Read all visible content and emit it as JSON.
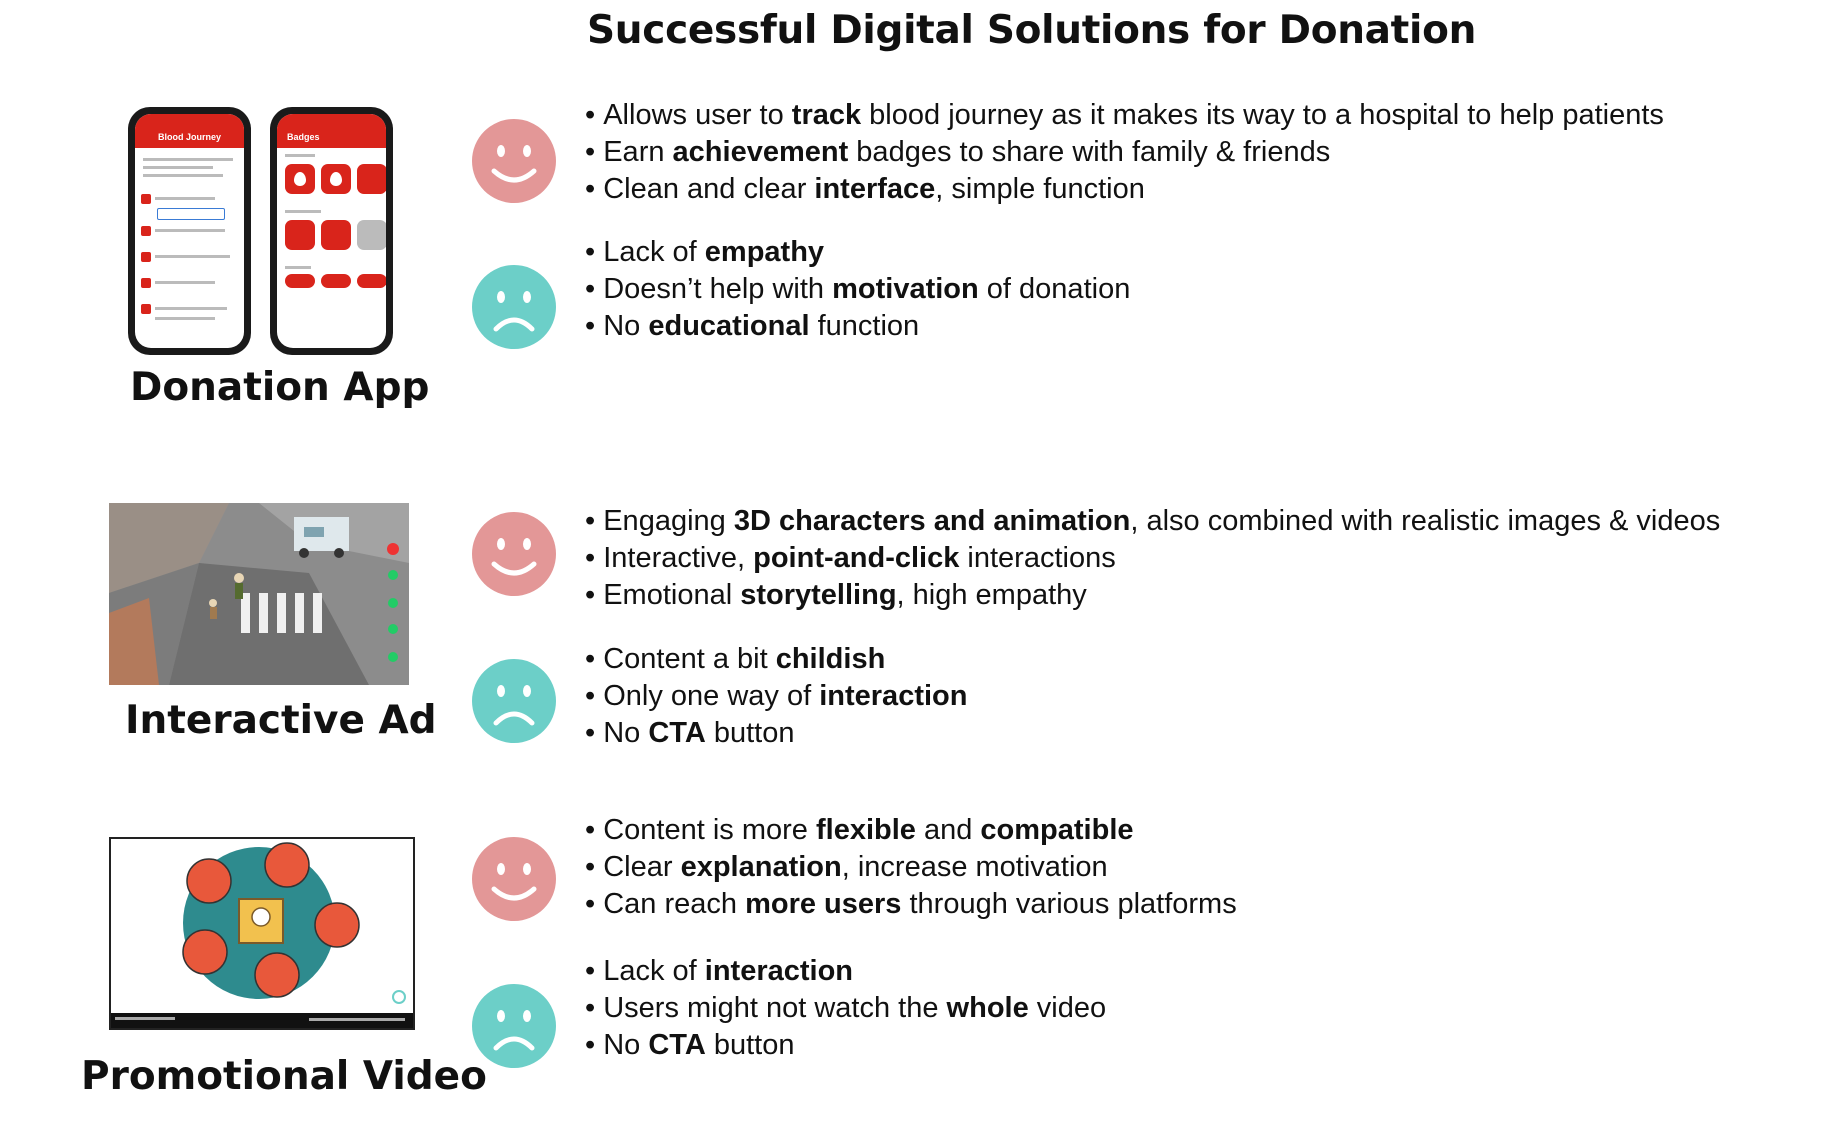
{
  "title": "Successful Digital Solutions for Donation",
  "sections": [
    {
      "label": "Donation App",
      "phone_left": {
        "header": "Blood Journey"
      },
      "phone_right": {
        "header": "Badges"
      },
      "pros": [
        {
          "pre": "Allows user to ",
          "bold": "track",
          "post": " blood journey as it makes its way to a hospital to help patients"
        },
        {
          "pre": "Earn ",
          "bold": "achievement",
          "post": " badges to share with family & friends"
        },
        {
          "pre": "Clean and clear ",
          "bold": "interface",
          "post": ", simple function"
        }
      ],
      "cons": [
        {
          "pre": "Lack of ",
          "bold": "empathy",
          "post": ""
        },
        {
          "pre": "Doesn’t help with ",
          "bold": "motivation",
          "post": " of donation"
        },
        {
          "pre": "No ",
          "bold": "educational",
          "post": " function"
        }
      ]
    },
    {
      "label": "Interactive Ad",
      "pros": [
        {
          "pre": "Engaging ",
          "bold": "3D characters and animation",
          "post": ", also combined with realistic images & videos"
        },
        {
          "pre": "Interactive, ",
          "bold": "point-and-click",
          "post": " interactions"
        },
        {
          "pre": "Emotional ",
          "bold": "storytelling",
          "post": ", high empathy"
        }
      ],
      "cons": [
        {
          "pre": "Content a bit ",
          "bold": "childish",
          "post": ""
        },
        {
          "pre": "Only one way of ",
          "bold": "interaction",
          "post": ""
        },
        {
          "pre": "No ",
          "bold": "CTA",
          "post": " button"
        }
      ]
    },
    {
      "label": "Promotional Video",
      "pros": [
        {
          "pre": "Content is more ",
          "bold": "flexible",
          "mid": " and ",
          "bold2": "compatible",
          "post": ""
        },
        {
          "pre": "Clear ",
          "bold": "explanation",
          "post": ", increase motivation"
        },
        {
          "pre": "Can reach ",
          "bold": "more users",
          "post": " through various platforms"
        }
      ],
      "cons": [
        {
          "pre": "Lack of ",
          "bold": "interaction",
          "post": ""
        },
        {
          "pre": "Users might not watch the ",
          "bold": "whole",
          "post": " video"
        },
        {
          "pre": "No ",
          "bold": "CTA",
          "post": " button"
        }
      ]
    }
  ],
  "colors": {
    "happy": "#e39797",
    "sad": "#6ccfc8",
    "accent_red": "#d9241b",
    "video_teal": "#2e8b8e",
    "video_orange": "#e8583b"
  }
}
